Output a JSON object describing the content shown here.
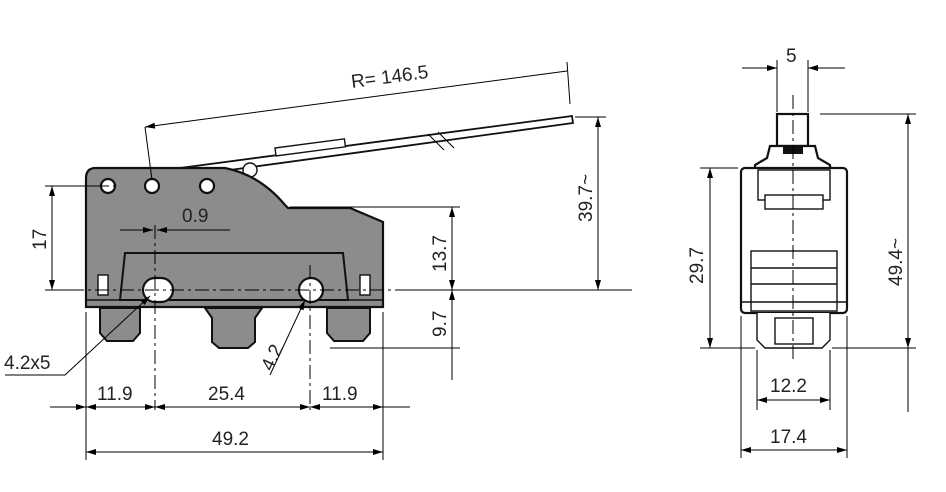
{
  "drawing": {
    "side_view": {
      "radius_label": "R= 146.5",
      "dim_17": "17",
      "dim_0_9": "0.9",
      "dim_13_7": "13.7",
      "dim_9_7": "9.7",
      "dim_39_7": "39.7~",
      "slot_label": "4.2x5",
      "hole_label": "4.2",
      "dim_11_9_left": "11.9",
      "dim_25_4": "25.4",
      "dim_11_9_right": "11.9",
      "dim_49_2": "49.2"
    },
    "front_view": {
      "dim_5": "5",
      "dim_29_7": "29.7",
      "dim_49_4": "49.4~",
      "dim_12_2": "12.2",
      "dim_17_4": "17.4"
    }
  }
}
